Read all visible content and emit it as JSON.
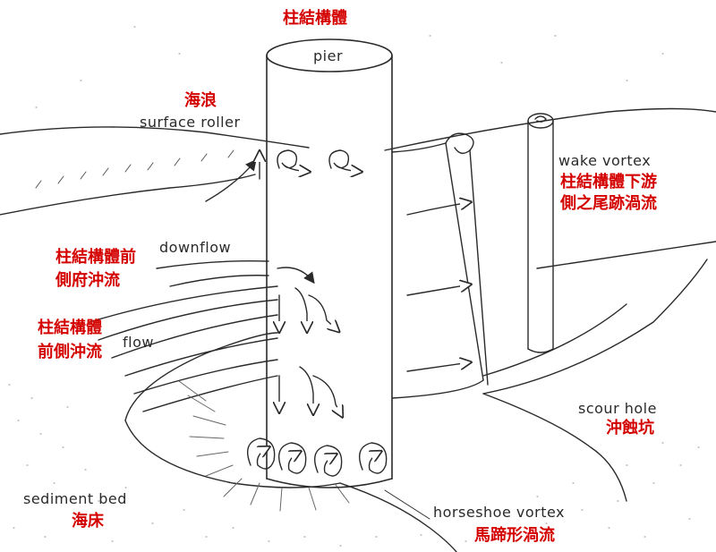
{
  "labels": {
    "pier_zh": "柱結構體",
    "pier_en": "pier",
    "surface_roller_zh": "海浪",
    "surface_roller_en": "surface roller",
    "wake_vortex_en": "wake vortex",
    "wake_vortex_zh_line1": "柱結構體下游",
    "wake_vortex_zh_line2": "側之尾跡渦流",
    "downflow_en": "downflow",
    "downflow_zh_line1": "柱結構體前",
    "downflow_zh_line2": "側府沖流",
    "flow_en": "flow",
    "flow_zh_line1": "柱結構體",
    "flow_zh_line2": "前側沖流",
    "scour_hole_en": "scour hole",
    "scour_hole_zh": "沖蝕坑",
    "sediment_bed_en": "sediment bed",
    "sediment_bed_zh": "海床",
    "horseshoe_vortex_en": "horseshoe vortex",
    "horseshoe_vortex_zh": "馬蹄形渦流"
  },
  "colors": {
    "line": "#2a2a2a",
    "annotation_red": "#d40000",
    "background": "#ffffff"
  }
}
